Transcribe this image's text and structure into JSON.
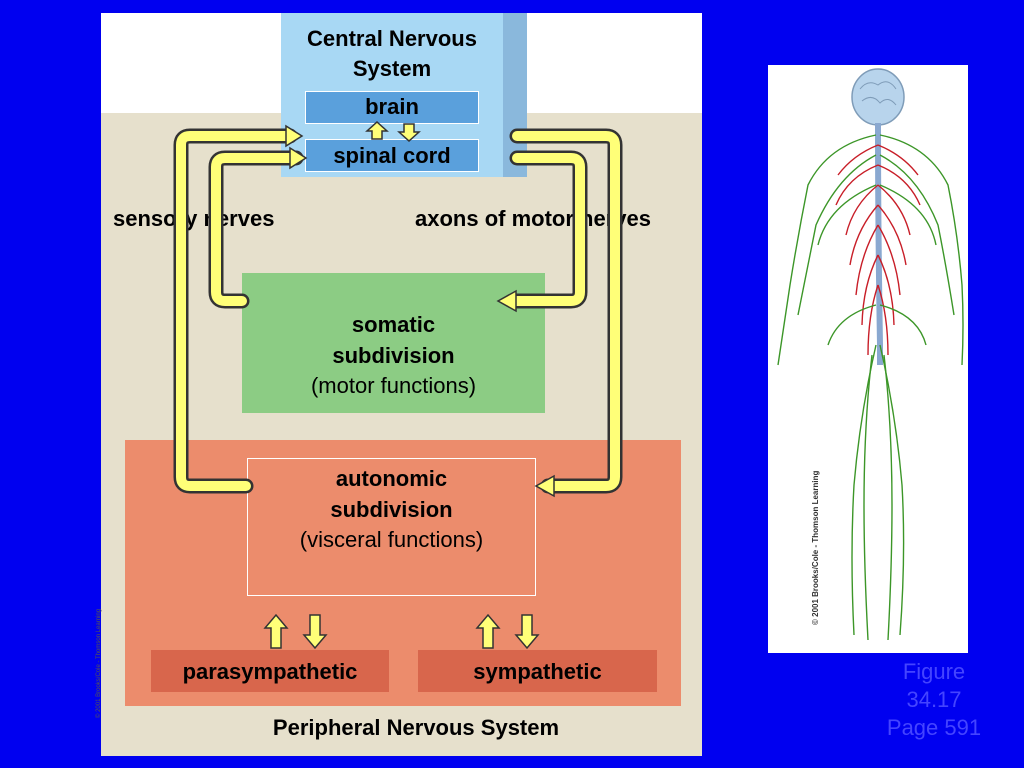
{
  "cns": {
    "title_line1": "Central Nervous",
    "title_line2": "System",
    "brain": "brain",
    "spinal_cord": "spinal cord"
  },
  "labels": {
    "sensory": "sensory nerves",
    "motor": "axons of motor nerves"
  },
  "somatic": {
    "line1": "somatic",
    "line2": "subdivision",
    "line3": "(motor functions)"
  },
  "autonomic": {
    "line1": "autonomic",
    "line2": "subdivision",
    "line3": "(visceral functions)"
  },
  "branches": {
    "parasympathetic": "parasympathetic",
    "sympathetic": "sympathetic"
  },
  "pns_title": "Peripheral Nervous System",
  "copyright_small": "© 2001 Brooks/Cole - Thomson Learning",
  "copyright_illus": "© 2001 Brooks/Cole - Thomson Learning",
  "caption": {
    "line1": "Figure",
    "line2": "34.17",
    "line3": "Page 591"
  },
  "colors": {
    "background": "#0000f0",
    "cns_box": "#a8d8f4",
    "cns_inner": "#5aa0dc",
    "somatic": "#8ccc84",
    "pns": "#ec8c6c",
    "subdivision": "#d8664c",
    "arrow_fill": "#ffff78",
    "caption_text": "#4444ff",
    "nerve_red": "#c81e28",
    "nerve_green": "#3c9628"
  }
}
